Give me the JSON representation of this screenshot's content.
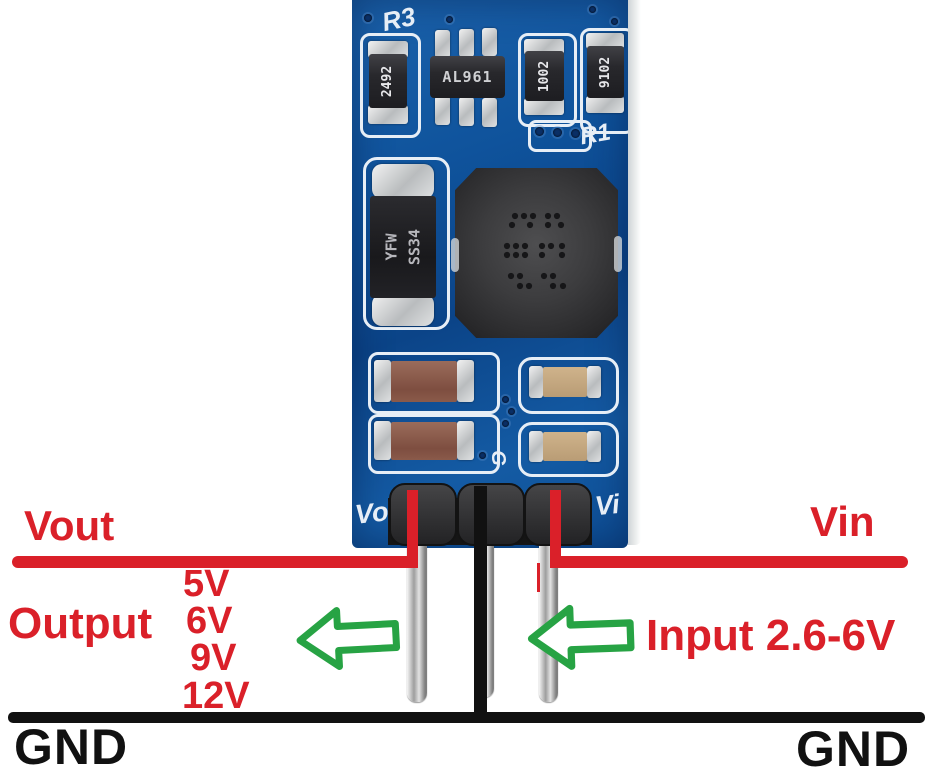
{
  "colors": {
    "red": "#da2029",
    "green": "#27a344",
    "ink": "#111111",
    "pcb": "#10559e",
    "silk": "#e7eef6"
  },
  "board": {
    "silkscreen": {
      "r3": "R3",
      "r1": "R1",
      "vo": "Vo",
      "vi": "Vi",
      "g": "G"
    },
    "components": {
      "ic_marking": "AL961",
      "resistor_top_left": "2492",
      "resistor_top_mid": "1002",
      "resistor_top_right": "9102",
      "diode_marking_line1": "YFW",
      "diode_marking_line2": "SS34"
    }
  },
  "annotations": {
    "vout": "Vout",
    "vin": "Vin",
    "output": "Output",
    "voltages": [
      "5V",
      "6V",
      "9V",
      "12V"
    ],
    "input": "Input 2.6-6V",
    "gnd_left": "GND",
    "gnd_right": "GND"
  }
}
